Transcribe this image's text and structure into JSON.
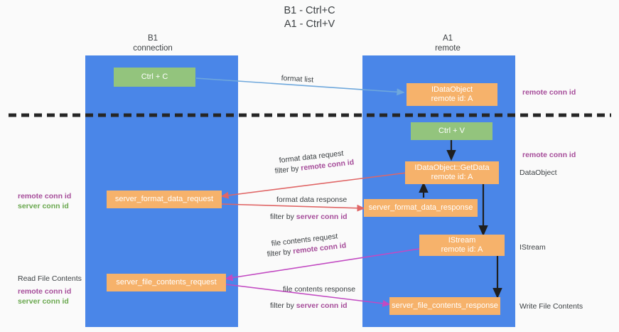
{
  "title": "B1 - Ctrl+C\nA1 - Ctrl+V",
  "columns": {
    "left": "B1\nconnection",
    "right": "A1\nremote"
  },
  "nodes": {
    "ctrl_c": "Ctrl + C",
    "ctrl_v": "Ctrl + V",
    "idataobject": "IDataObject\nremote id: A",
    "getdata": "IDataObject::GetData\nremote id: A",
    "istream": "IStream\nremote id: A",
    "server_format_data_request": "server_format_data_request",
    "server_format_data_response": "server_format_data_response",
    "server_file_contents_request": "server_file_contents_request",
    "server_file_contents_response": "server_file_contents_response"
  },
  "edges": {
    "format_list": "format list",
    "format_data_request": "format data request",
    "format_data_request_filter_prefix": "filter by ",
    "format_data_request_filter_key": "remote conn id",
    "format_data_response": "format data response",
    "format_data_response_filter_prefix": "filter by ",
    "format_data_response_filter_key": "server conn id",
    "file_contents_request": "file contents request",
    "file_contents_request_filter_prefix": "filter by ",
    "file_contents_request_filter_key": "remote conn id",
    "file_contents_response": "file contents response",
    "file_contents_response_filter_prefix": "filter by ",
    "file_contents_response_filter_key": "server conn id"
  },
  "annotations": {
    "right_remote_conn_id_top": "remote conn id",
    "right_remote_conn_id_mid": "remote conn id",
    "right_dataobject": "DataObject",
    "right_istream": "IStream",
    "right_write_file_contents": "Write File Contents",
    "left_remote_conn_id": "remote conn id",
    "left_server_conn_id": "server conn id",
    "left_read_file_contents": "Read File Contents",
    "left_remote_conn_id_2": "remote conn id",
    "left_server_conn_id_2": "server conn id"
  },
  "colors": {
    "lane": "#4a86e8",
    "green_node": "#93c47d",
    "orange_node": "#f6b26b",
    "purple": "#a64d9a",
    "green_text": "#6aa84f",
    "red_arrow": "#e06666",
    "magenta_arrow": "#c24ac2",
    "blue_arrow": "#6fa8dc",
    "divider": "#434343"
  }
}
